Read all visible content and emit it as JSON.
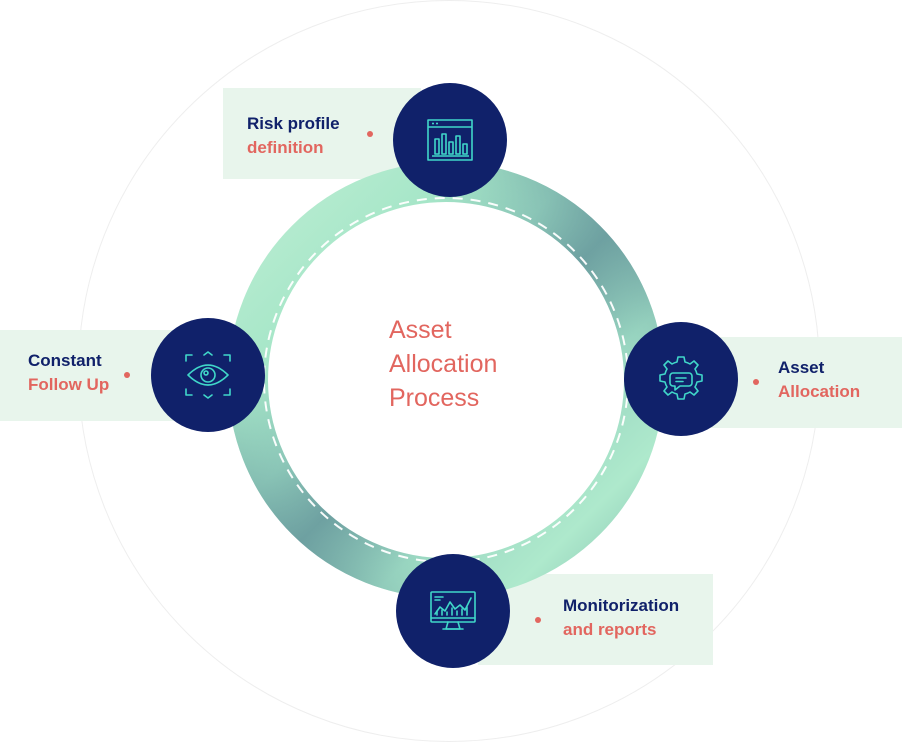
{
  "center_title": {
    "line1": "Asset",
    "line2": "Allocation",
    "line3": "Process"
  },
  "steps": [
    {
      "id": "risk-profile",
      "line1": "Risk profile",
      "line2": "definition",
      "icon": "bar-chart-window-icon"
    },
    {
      "id": "asset-allocation",
      "line1": "Asset",
      "line2": "Allocation",
      "icon": "gear-chat-icon"
    },
    {
      "id": "monitorization",
      "line1": "Monitorization",
      "line2": "and reports",
      "icon": "monitor-chart-icon"
    },
    {
      "id": "follow-up",
      "line1": "Constant",
      "line2": "Follow Up",
      "icon": "eye-focus-icon"
    }
  ],
  "colors": {
    "navy": "#10216a",
    "coral": "#e2665f",
    "label_bg": "#e8f5ec",
    "icon_stroke": "#40d7c9",
    "ring_green": "#a6e6c8",
    "ring_teal": "#5e8d96"
  }
}
